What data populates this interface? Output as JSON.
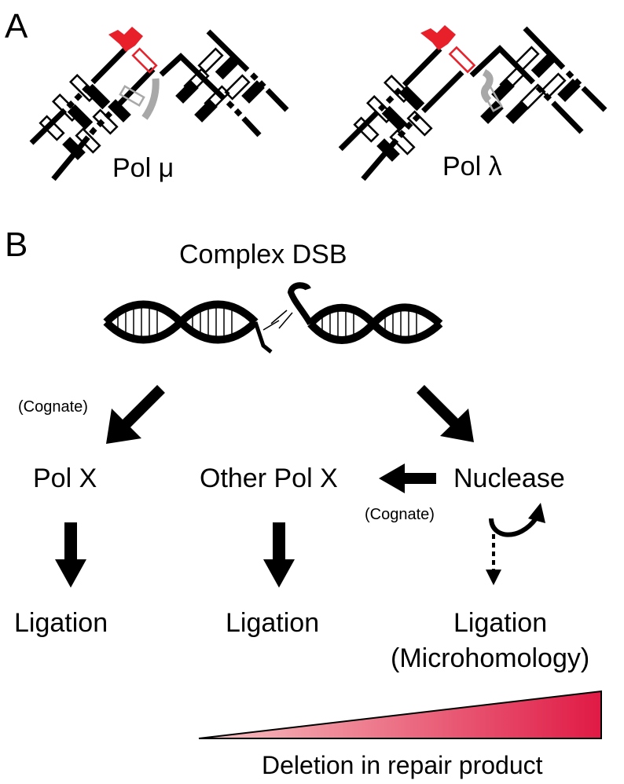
{
  "panel_a": {
    "label": "A",
    "left_caption": "Pol μ",
    "right_caption": "Pol λ"
  },
  "panel_b": {
    "label": "B",
    "title": "Complex DSB",
    "cognate_left": "(Cognate)",
    "cognate_mid": "(Cognate)",
    "pol_x": "Pol X",
    "other_pol_x": "Other Pol X",
    "nuclease": "Nuclease",
    "ligation_left": "Ligation",
    "ligation_mid": "Ligation",
    "ligation_right": "Ligation",
    "microhomology": "(Microhomology)",
    "gradient_caption": "Deletion in repair product"
  },
  "colors": {
    "red": "#e8202a",
    "gray": "#a8a8a8",
    "gradient_start": "#f7b9b9",
    "gradient_end": "#e01a45"
  }
}
